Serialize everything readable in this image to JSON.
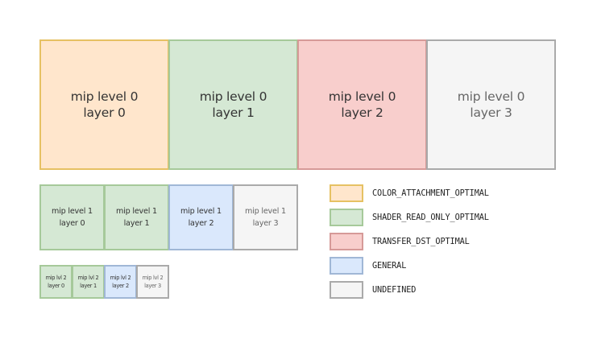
{
  "states": {
    "COLOR_ATTACHMENT_OPTIMAL": {
      "fill": "#ffe6cc",
      "stroke": "#e6c163"
    },
    "SHADER_READ_ONLY_OPTIMAL": {
      "fill": "#d5e8d4",
      "stroke": "#a6c99a"
    },
    "TRANSFER_DST_OPTIMAL": {
      "fill": "#f8cecc",
      "stroke": "#d69a98"
    },
    "GENERAL": {
      "fill": "#dae8fc",
      "stroke": "#a0b7d6"
    },
    "UNDEFINED": {
      "fill": "#f5f5f5",
      "stroke": "#aaaaaa"
    }
  },
  "mip_levels": [
    {
      "level": 0,
      "cells": [
        {
          "line1": "mip level 0",
          "line2": "layer 0",
          "state": "COLOR_ATTACHMENT_OPTIMAL"
        },
        {
          "line1": "mip level 0",
          "line2": "layer 1",
          "state": "SHADER_READ_ONLY_OPTIMAL"
        },
        {
          "line1": "mip level 0",
          "line2": "layer 2",
          "state": "TRANSFER_DST_OPTIMAL"
        },
        {
          "line1": "mip level 0",
          "line2": "layer 3",
          "state": "UNDEFINED"
        }
      ]
    },
    {
      "level": 1,
      "cells": [
        {
          "line1": "mip level 1",
          "line2": "layer 0",
          "state": "SHADER_READ_ONLY_OPTIMAL"
        },
        {
          "line1": "mip level 1",
          "line2": "layer 1",
          "state": "SHADER_READ_ONLY_OPTIMAL"
        },
        {
          "line1": "mip level 1",
          "line2": "layer 2",
          "state": "GENERAL"
        },
        {
          "line1": "mip level 1",
          "line2": "layer 3",
          "state": "UNDEFINED"
        }
      ]
    },
    {
      "level": 2,
      "cells": [
        {
          "line1": "mip lvl 2",
          "line2": "layer 0",
          "state": "SHADER_READ_ONLY_OPTIMAL"
        },
        {
          "line1": "mip lvl 2",
          "line2": "layer 1",
          "state": "SHADER_READ_ONLY_OPTIMAL"
        },
        {
          "line1": "mip lvl 2",
          "line2": "layer 2",
          "state": "GENERAL"
        },
        {
          "line1": "mip lvl 2",
          "line2": "layer 3",
          "state": "UNDEFINED"
        }
      ]
    }
  ],
  "legend": [
    {
      "label": "COLOR_ATTACHMENT_OPTIMAL",
      "state": "COLOR_ATTACHMENT_OPTIMAL"
    },
    {
      "label": "SHADER_READ_ONLY_OPTIMAL",
      "state": "SHADER_READ_ONLY_OPTIMAL"
    },
    {
      "label": "TRANSFER_DST_OPTIMAL",
      "state": "TRANSFER_DST_OPTIMAL"
    },
    {
      "label": "GENERAL",
      "state": "GENERAL"
    },
    {
      "label": "UNDEFINED",
      "state": "UNDEFINED"
    }
  ]
}
